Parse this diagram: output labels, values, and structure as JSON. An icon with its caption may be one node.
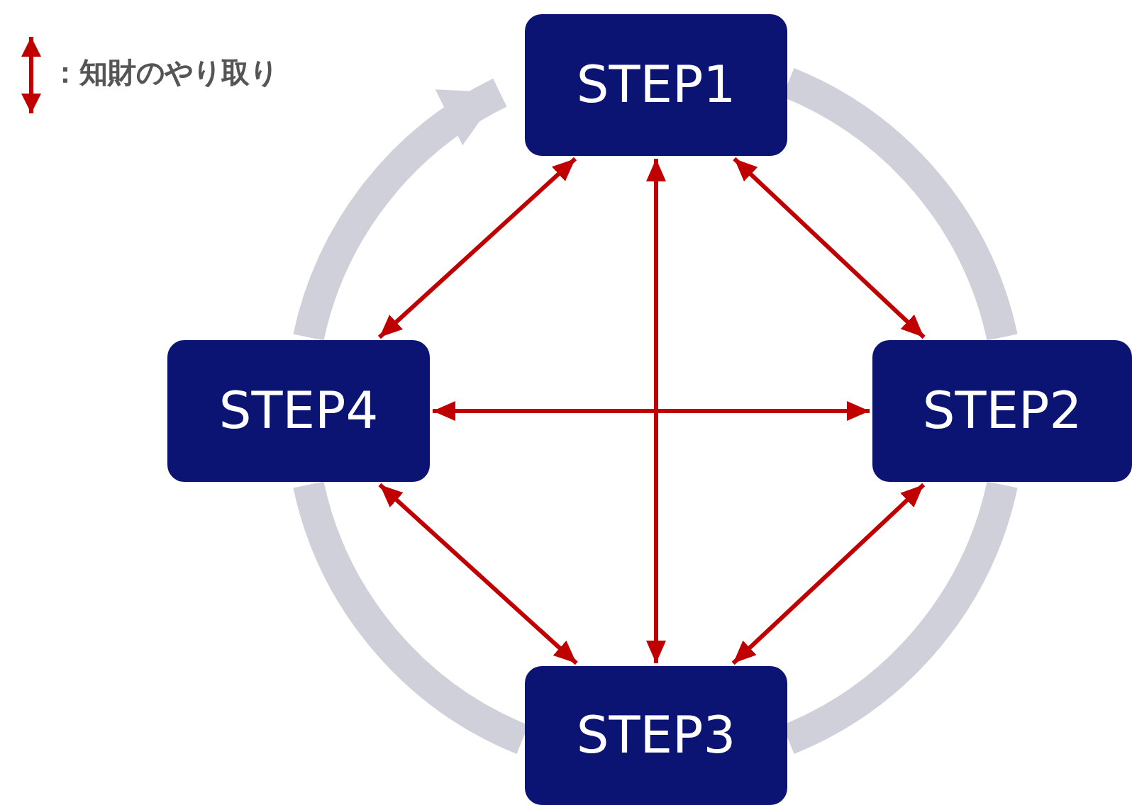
{
  "diagram": {
    "nodes": [
      {
        "text": [
          "STEP1"
        ]
      },
      {
        "text": [
          "STEP2"
        ]
      },
      {
        "text": [
          "STEP3"
        ]
      },
      {
        "text": [
          "STEP4"
        ]
      }
    ],
    "edges": [
      {
        "from": 3,
        "to": 0,
        "arrow": "to",
        "style": "thick",
        "color": "#cfd0da"
      },
      {
        "from": 0,
        "to": 1,
        "arrow": "none",
        "style": "thick",
        "color": "#cfd0da"
      },
      {
        "from": 1,
        "to": 2,
        "arrow": "none",
        "style": "thick",
        "color": "#cfd0da"
      },
      {
        "from": 2,
        "to": 3,
        "arrow": "none",
        "style": "thick",
        "color": "#cfd0da"
      },
      {
        "from": 0,
        "to": 3,
        "arrow": "both"
      },
      {
        "from": 0,
        "to": 2,
        "arrow": "both"
      },
      {
        "from": 0,
        "to": 1,
        "arrow": "both"
      },
      {
        "from": 3,
        "to": 1,
        "arrow": "both"
      },
      {
        "from": 3,
        "to": 2,
        "arrow": "both"
      },
      {
        "from": 1,
        "to": 2,
        "arrow": "both"
      }
    ],
    "legend": [
      {
        "text": "：知財のやり取り"
      }
    ]
  }
}
